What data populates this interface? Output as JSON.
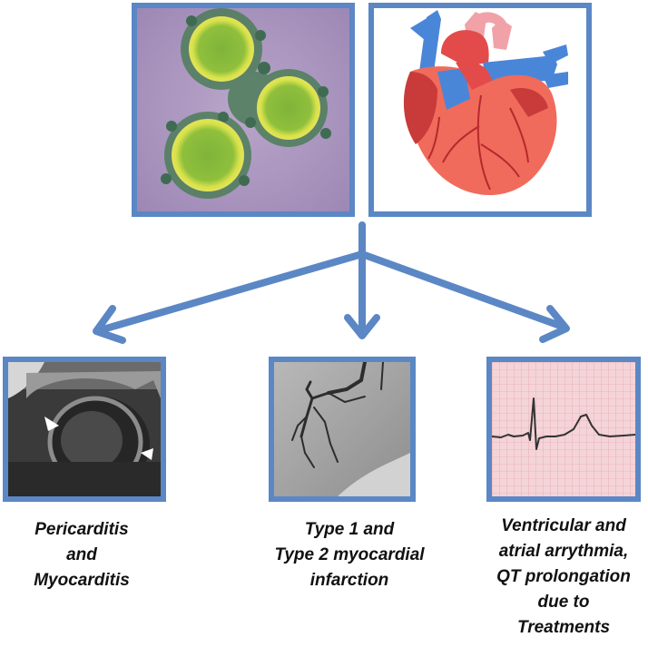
{
  "images": {
    "top_left": "coronavirus-micrograph",
    "top_right": "heart-illustration",
    "bottom_left": "cardiac-mri",
    "bottom_middle": "coronary-angiogram",
    "bottom_right": "ecg-strip"
  },
  "captions": {
    "left": [
      "Pericarditis",
      "and",
      "Myocarditis"
    ],
    "middle": [
      "Type 1 and",
      "Type 2 myocardial",
      "infarction"
    ],
    "right": [
      "Ventricular and",
      "atrial arrythmia,",
      "QT prolongation",
      "due to",
      "Treatments"
    ]
  },
  "colors": {
    "frame": "#5b87c5",
    "arrow": "#5b87c5",
    "text": "#111111"
  }
}
